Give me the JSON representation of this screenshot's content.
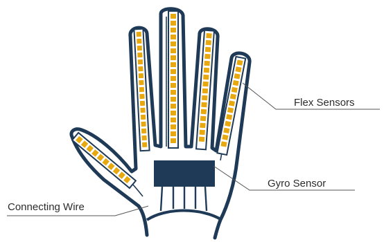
{
  "labels": {
    "flex_sensors": "Flex Sensors",
    "gyro_sensor": "Gyro Sensor",
    "connecting_wire": "Connecting Wire"
  },
  "colors": {
    "outline": "#1f3a57",
    "sensor_fill": "#e8a80f",
    "gyro_fill": "#1f3a57",
    "leader_line": "#555555"
  }
}
